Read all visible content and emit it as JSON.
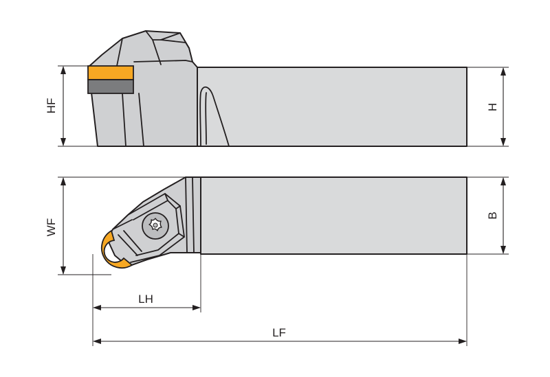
{
  "labels": {
    "hf": "HF",
    "h": "H",
    "wf": "WF",
    "b": "B",
    "lh": "LH",
    "lf": "LF"
  },
  "colors": {
    "insert_orange": "#f7a823",
    "shim_gray": "#7b7c7e",
    "body_gray": "#d9dadb",
    "outline": "#231f20"
  },
  "icons": {
    "clamp_screw": "torx-screw-icon",
    "insert": "round-insert-icon"
  }
}
